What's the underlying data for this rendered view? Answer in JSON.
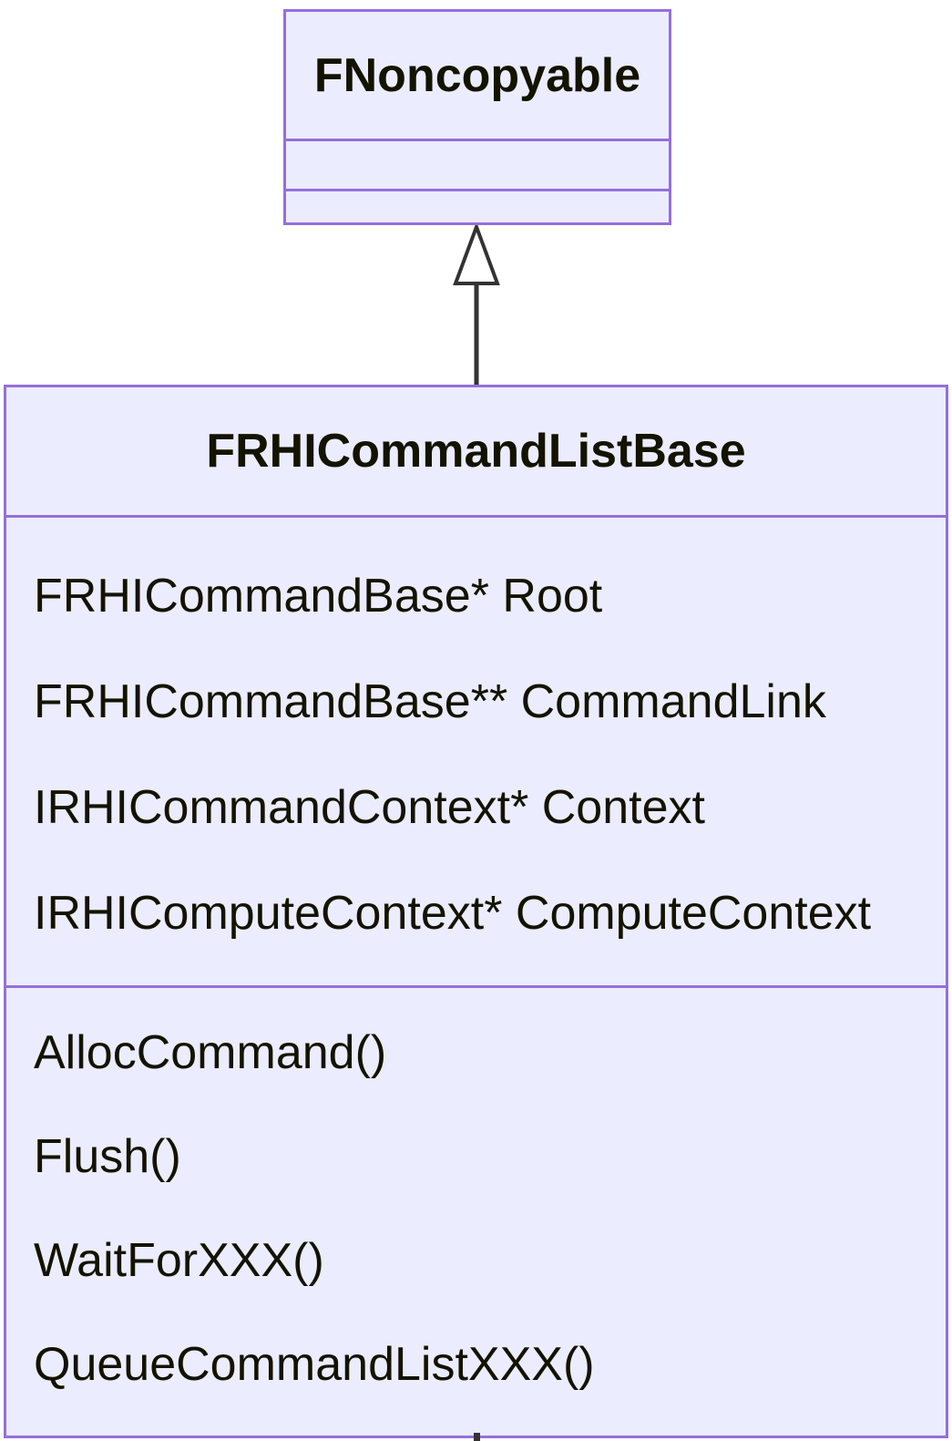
{
  "diagram": {
    "type": "uml-class-diagram",
    "classes": [
      {
        "name": "FNoncopyable",
        "attributes": [],
        "methods": []
      },
      {
        "name": "FRHICommandListBase",
        "attributes": [
          "FRHICommandBase* Root",
          "FRHICommandBase** CommandLink",
          "IRHICommandContext* Context",
          "IRHIComputeContext* ComputeContext"
        ],
        "methods": [
          "AllocCommand()",
          "Flush()",
          "WaitForXXX()",
          "QueueCommandListXXX()"
        ]
      }
    ],
    "relationships": [
      {
        "from": "FRHICommandListBase",
        "to": "FNoncopyable",
        "type": "inheritance"
      }
    ],
    "colors": {
      "class_fill": "#ECECFF",
      "class_border": "#9370DB",
      "text": "#131300",
      "edge": "#333333",
      "background": "#FFFFFF"
    }
  }
}
